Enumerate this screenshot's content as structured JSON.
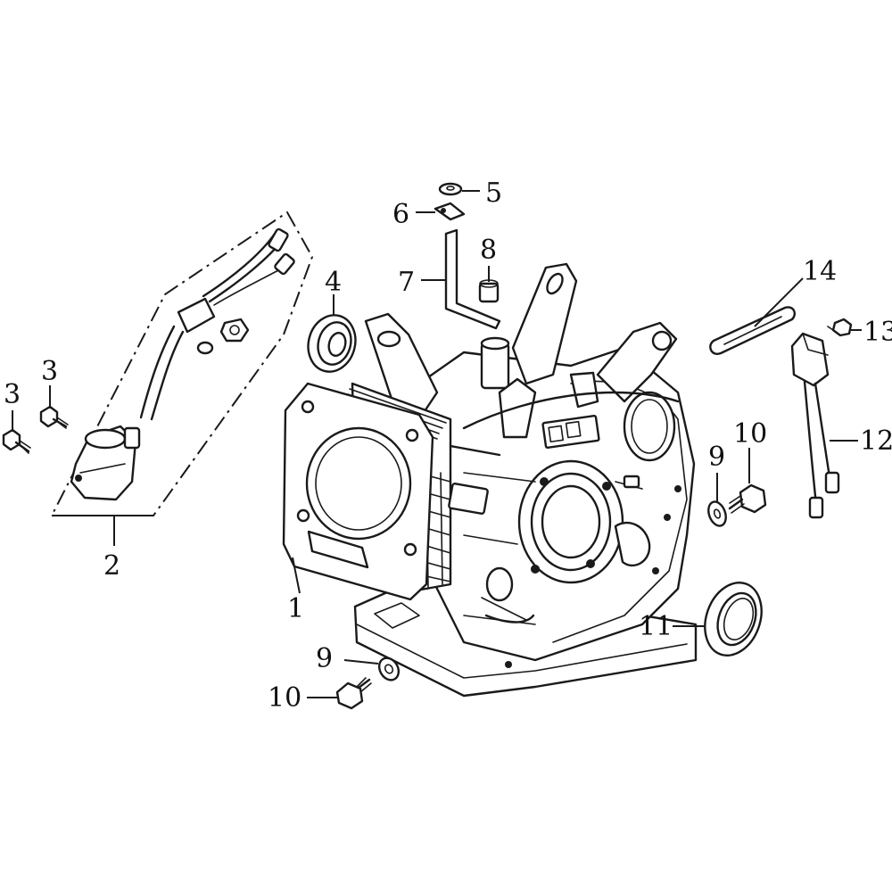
{
  "callouts": [
    {
      "id": "c1",
      "text": "1"
    },
    {
      "id": "c2",
      "text": "2"
    },
    {
      "id": "c3a",
      "text": "3"
    },
    {
      "id": "c3b",
      "text": "3"
    },
    {
      "id": "c4",
      "text": "4"
    },
    {
      "id": "c5",
      "text": "5"
    },
    {
      "id": "c6",
      "text": "6"
    },
    {
      "id": "c7",
      "text": "7"
    },
    {
      "id": "c8",
      "text": "8"
    },
    {
      "id": "c9a",
      "text": "9"
    },
    {
      "id": "c9b",
      "text": "9"
    },
    {
      "id": "c10a",
      "text": "10"
    },
    {
      "id": "c10b",
      "text": "10"
    },
    {
      "id": "c11",
      "text": "11"
    },
    {
      "id": "c12",
      "text": "12"
    },
    {
      "id": "c13",
      "text": "13"
    },
    {
      "id": "c14",
      "text": "14"
    }
  ]
}
